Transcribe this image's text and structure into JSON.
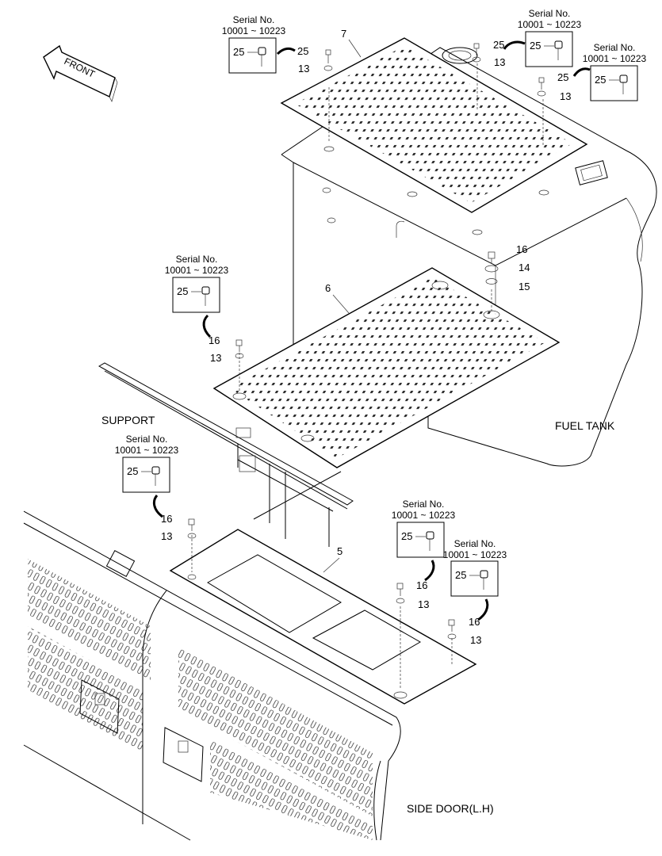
{
  "labels": {
    "front": "FRONT",
    "support": "SUPPORT",
    "fuel_tank": "FUEL TANK",
    "side_door": "SIDE DOOR(L.H)"
  },
  "serial": {
    "title": "Serial No.",
    "range": "10001 ~ 10223",
    "part": "25"
  },
  "callouts": {
    "plate_7": "7",
    "plate_6": "6",
    "plate_5": "5",
    "p25": "25",
    "p13": "13",
    "p16": "16",
    "p14": "14",
    "p15": "15"
  }
}
